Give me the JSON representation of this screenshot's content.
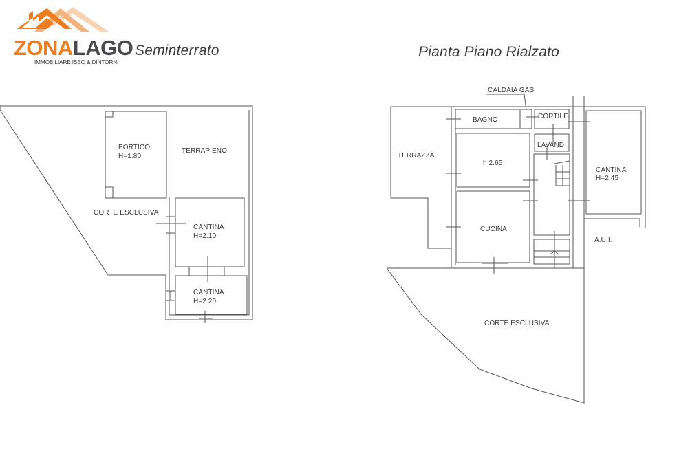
{
  "logo": {
    "brand_part1": "ZONA",
    "brand_part2": "LAGO",
    "tagline": "IMMOBILIARE ISEO & DINTORNI",
    "colors": {
      "orange": "#ee7d22",
      "light_orange": "#f4b27c",
      "peach": "#f8d3b2",
      "gray": "#4a4a4c"
    }
  },
  "plans": [
    {
      "title": "Seminterrato",
      "rooms": [
        {
          "name": "PORTICO",
          "height": "H=1.80"
        },
        {
          "name": "TERRAPIENO",
          "height": ""
        },
        {
          "name": "CORTE ESCLUSIVA",
          "height": ""
        },
        {
          "name": "CANTINA",
          "height": "H=2.10"
        },
        {
          "name": "CANTINA",
          "height": "H=2.20"
        }
      ]
    },
    {
      "title": "Pianta Piano Rialzato",
      "annotation": "CALDAIA GAS",
      "rooms": [
        {
          "name": "BAGNO",
          "height": ""
        },
        {
          "name": "CORTILE",
          "height": ""
        },
        {
          "name": "TERRAZZA",
          "height": ""
        },
        {
          "name": "h 2.65",
          "height": ""
        },
        {
          "name": "LAVAND",
          "height": ""
        },
        {
          "name": "CANTINA",
          "height": "H=2.45"
        },
        {
          "name": "CUCINA",
          "height": ""
        },
        {
          "name": "A.U.I.",
          "height": ""
        },
        {
          "name": "CORTE ESCLUSIVA",
          "height": ""
        }
      ]
    }
  ]
}
